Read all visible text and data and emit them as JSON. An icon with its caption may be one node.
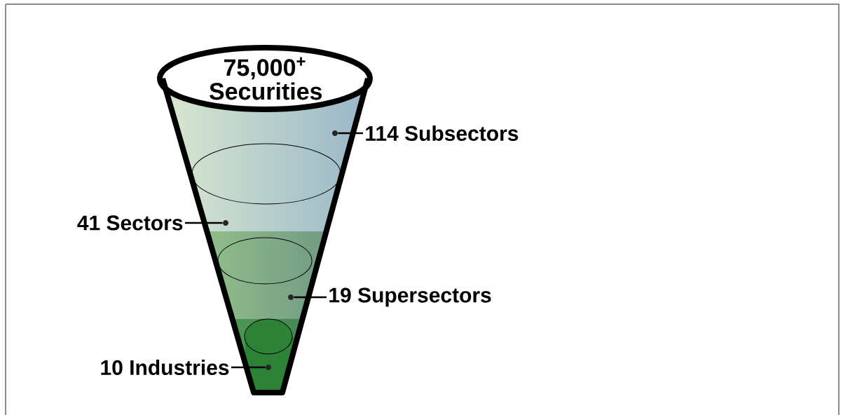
{
  "diagram": {
    "nodes": [
      {
        "text": [
          "75,000$^{+}$ Securities"
        ]
      },
      {
        "text": [
          "114 Subsectors"
        ]
      },
      {
        "text": [
          "41 Sectors"
        ]
      },
      {
        "text": [
          "19 Supersectors"
        ]
      },
      {
        "text": [
          "10 Industries"
        ]
      },
      {
        "text": [],
        "shape": "circle"
      },
      {
        "text": [],
        "shape": "circle"
      },
      {
        "text": [],
        "shape": "circle"
      },
      {
        "text": [],
        "shape": "circle"
      }
    ],
    "edges": [
      {
        "from": 1,
        "to": 5,
        "arrow": "none"
      },
      {
        "from": 2,
        "to": 6,
        "arrow": "none"
      },
      {
        "from": 3,
        "to": 7,
        "arrow": "none"
      },
      {
        "from": 4,
        "to": 8,
        "arrow": "none"
      }
    ]
  }
}
